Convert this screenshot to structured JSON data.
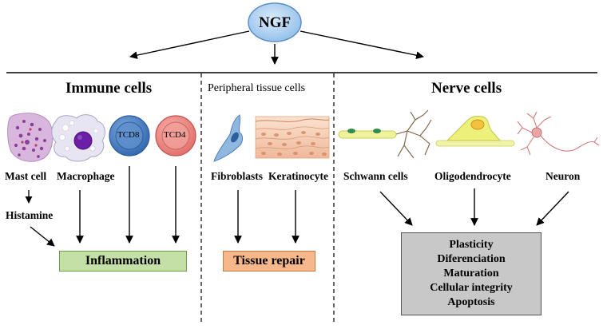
{
  "root": {
    "label": "NGF"
  },
  "sections": {
    "immune": "Immune cells",
    "peripheral": "Peripheral tissue cells",
    "nerve": "Nerve cells"
  },
  "cells": {
    "mast": "Mast cell",
    "macrophage": "Macrophage",
    "tcd8": "TCD8",
    "tcd4": "TCD4",
    "fibroblasts": "Fibroblasts",
    "keratinocyte": "Keratinocyte",
    "schwann": "Schwann cells",
    "oligodendrocyte": "Oligodendrocyte",
    "neuron": "Neuron"
  },
  "mediator": {
    "histamine": "Histamine"
  },
  "effects": {
    "inflammation": "Inflammation",
    "tissue_repair": "Tissue repair",
    "nerve_outcomes": [
      "Plasticity",
      "Diferenciation",
      "Maturation",
      "Cellular integrity",
      "Apoptosis"
    ]
  },
  "colors": {
    "ngf_fill": "#a9cdee",
    "tcd8_fill": "#4f86c6",
    "tcd4_fill": "#ee8a86",
    "inflammation_fill": "#c5e0a7",
    "tissue_repair_fill": "#f6b88a",
    "outcomes_fill": "#c8c8c8"
  }
}
